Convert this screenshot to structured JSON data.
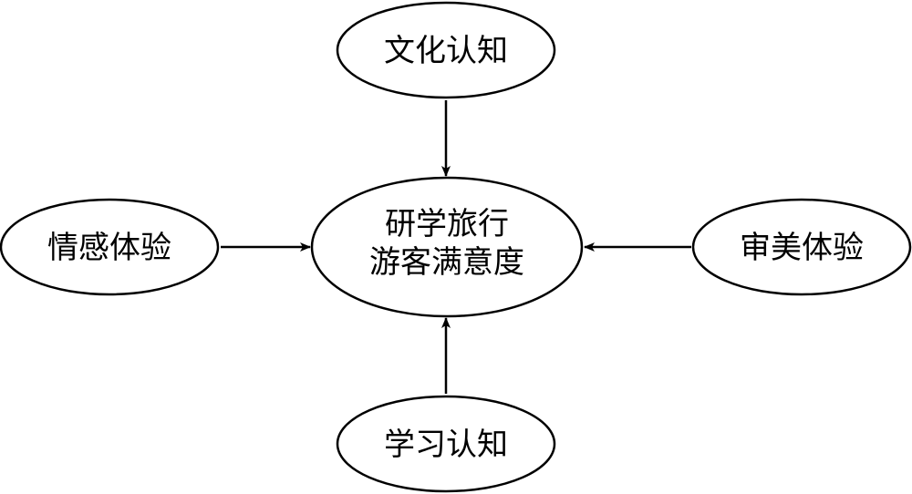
{
  "diagram": {
    "center": {
      "line1": "研学旅行",
      "line2": "游客满意度"
    },
    "nodes": {
      "top": "文化认知",
      "left": "情感体验",
      "right": "审美体验",
      "bottom": "学习认知"
    },
    "colors": {
      "stroke": "#000000",
      "background": "#ffffff"
    }
  }
}
